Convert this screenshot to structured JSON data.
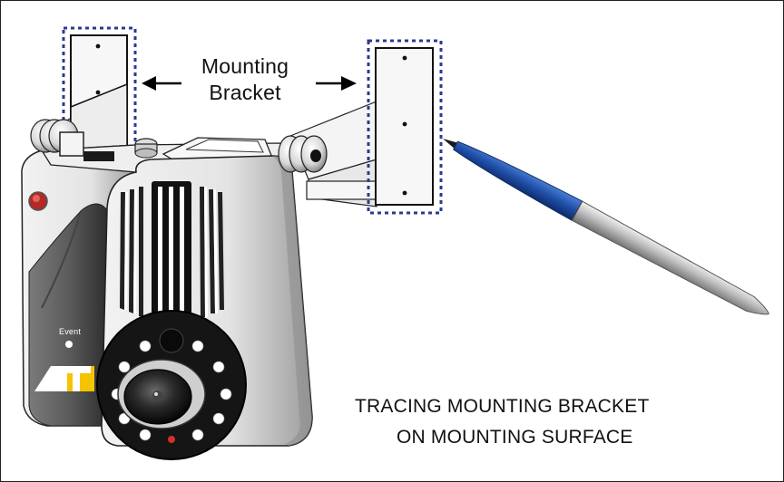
{
  "callout": {
    "line1": "Mounting",
    "line2": "Bracket"
  },
  "caption": {
    "line1": "TRACING MOUNTING BRACKET",
    "line2": "ON MOUNTING SURFACE"
  },
  "camera": {
    "event_label": "Event"
  },
  "colors": {
    "outline_dash": "#2b3a8f",
    "pen_blue": "#1f4fa8",
    "led_red": "#d0312d",
    "logo_yellow": "#f4c400"
  }
}
